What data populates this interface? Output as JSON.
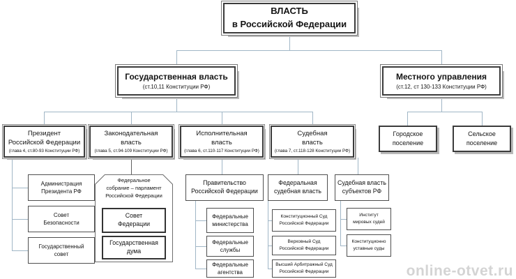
{
  "root": {
    "lines": [
      "ВЛАСТЬ",
      "в Российской Федерации"
    ]
  },
  "state": {
    "title": "Государственная власть",
    "subtitle": "(ст.10,11 Конституции РФ)"
  },
  "local": {
    "title": "Местного управления",
    "subtitle": "(ст.12, ст 130-133 Конституции РФ)"
  },
  "president": {
    "lines": [
      "Президент",
      "Российской Федерации"
    ],
    "subtitle": "(глава 4, ст.80-93 Конституции РФ)",
    "children": [
      [
        "Администрация",
        "Президента РФ"
      ],
      [
        "Совет",
        "Безопасности"
      ],
      [
        "Государственный",
        "совет"
      ]
    ]
  },
  "legislative": {
    "lines": [
      "Законодательная",
      "власть"
    ],
    "subtitle": "(глава 5, ст.94-109 Конституции РФ)",
    "assembly": {
      "title_lines": [
        "Федеральное",
        "собрание – парламент",
        "Российской Федерации"
      ],
      "children": [
        [
          "Совет",
          "Федерации"
        ],
        [
          "Государственная",
          "дума"
        ]
      ]
    }
  },
  "executive": {
    "lines": [
      "Исполнительная",
      "власть"
    ],
    "subtitle": "(глава 6, ст.110-117 Конституции РФ)",
    "government": [
      "Правительство",
      "Российской Федерации"
    ],
    "children": [
      [
        "Федеральные",
        "министерства"
      ],
      [
        "Федеральные",
        "службы"
      ],
      [
        "Федеральные",
        "агентства"
      ]
    ]
  },
  "judicial": {
    "lines": [
      "Судебная",
      "власть"
    ],
    "subtitle": "(глава 7, ст.118-128 Конституции РФ)",
    "federal": {
      "title_lines": [
        "Федеральная",
        "судебная власть"
      ],
      "children": [
        [
          "Конституционный Суд",
          "Российской Федерации"
        ],
        [
          "Верховный Суд",
          "Российской Федерации"
        ],
        [
          "Высший Арбитражный Суд",
          "Российской Федерации"
        ]
      ]
    },
    "regional": {
      "title_lines": [
        "Судебная власть",
        "субъектов РФ"
      ],
      "children": [
        [
          "Институт",
          "мировых судей"
        ],
        [
          "Конституционно",
          "уставные суды"
        ]
      ]
    }
  },
  "municipal": {
    "children": [
      [
        "Городское",
        "поселение"
      ],
      [
        "Сельское",
        "поселение"
      ]
    ]
  },
  "watermark": "online-otvet.ru",
  "colors": {
    "connector": "#a0b6c6",
    "connector_dark": "#5f5f5f",
    "box_border": "#3b3b3b",
    "box_shadow": "#b9b9b9",
    "watermark": "#d4d4d4"
  }
}
